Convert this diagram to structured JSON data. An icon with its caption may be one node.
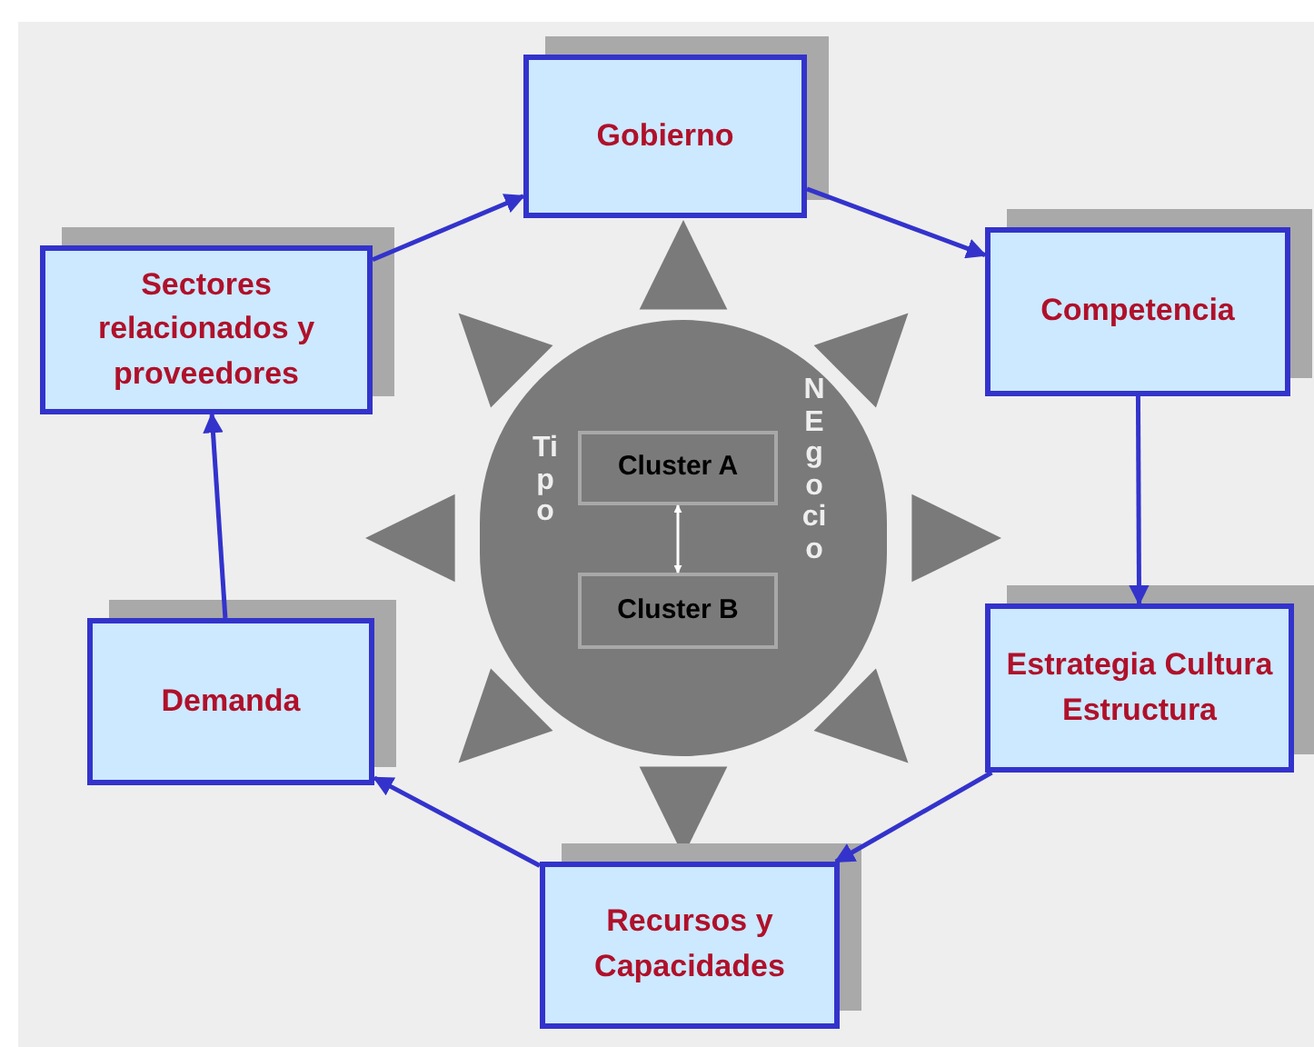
{
  "diagram": {
    "nodes": [
      {
        "text": [
          "Gobierno"
        ]
      },
      {
        "text": [
          "Competencia"
        ]
      },
      {
        "text": [
          "Estrategia Cultura Estructura"
        ]
      },
      {
        "text": [
          "Recursos y Capacidades"
        ]
      },
      {
        "text": [
          "Demanda"
        ]
      },
      {
        "text": [
          "Sectores relacionados y proveedores"
        ]
      },
      {
        "text": [
          "Tipo",
          "NEgocio"
        ]
      },
      {
        "text": [
          "Cluster A"
        ],
        "in": 6
      },
      {
        "text": [
          "Cluster B"
        ],
        "in": 6
      }
    ],
    "edges": [
      {
        "from": 5,
        "to": 0,
        "arrow": "to"
      },
      {
        "from": 0,
        "to": 1,
        "arrow": "to"
      },
      {
        "from": 1,
        "to": 2,
        "arrow": "to"
      },
      {
        "from": 2,
        "to": 3,
        "arrow": "to"
      },
      {
        "from": 3,
        "to": 4,
        "arrow": "to"
      },
      {
        "from": 4,
        "to": 5,
        "arrow": "to"
      },
      {
        "from": 7,
        "to": 8,
        "arrow": "both",
        "color": "#ffffff"
      }
    ]
  }
}
